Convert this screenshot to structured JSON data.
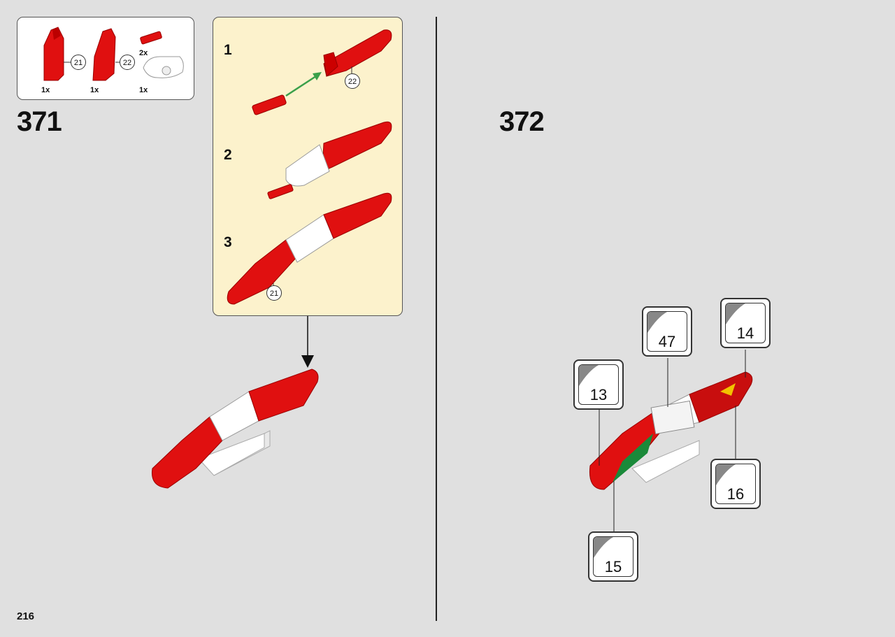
{
  "page_number": "216",
  "steps": [
    {
      "number": "371",
      "parts": [
        {
          "callout": "21",
          "qty": "1x",
          "icon": "red-panel-part"
        },
        {
          "callout": "22",
          "qty": "1x",
          "icon": "red-panel-part"
        },
        {
          "callout": "",
          "qty": "2x",
          "icon": "red-axle-connector"
        },
        {
          "callout": "",
          "qty": "1x",
          "icon": "white-curved-panel"
        }
      ],
      "substeps": [
        {
          "number": "1",
          "callout": "22"
        },
        {
          "number": "2",
          "callout": ""
        },
        {
          "number": "3",
          "callout": "21"
        }
      ]
    },
    {
      "number": "372",
      "stickers": [
        "13",
        "47",
        "14",
        "16",
        "15"
      ]
    }
  ],
  "colors": {
    "background": "#e0e0e0",
    "submodel": "#fcf2cc",
    "red": "#e01010",
    "white": "#ffffff",
    "green": "#1a8a3a"
  }
}
